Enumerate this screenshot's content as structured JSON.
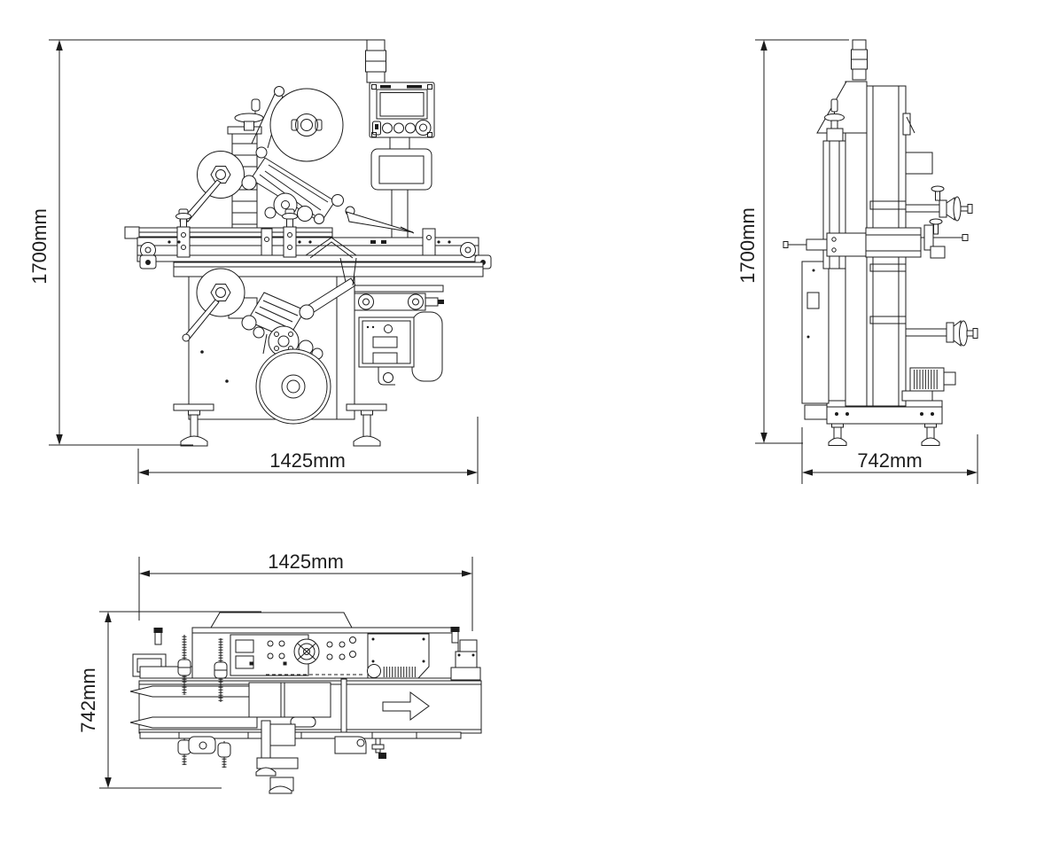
{
  "document": {
    "type": "technical-dimension-drawing",
    "colors": {
      "background": "#ffffff",
      "line": "#1c1c1c"
    }
  },
  "views": {
    "front": {
      "height_dimension": "1700mm",
      "width_dimension": "1425mm"
    },
    "side": {
      "height_dimension": "1700mm",
      "depth_dimension": "742mm"
    },
    "top": {
      "width_dimension": "1425mm",
      "depth_dimension": "742mm"
    }
  }
}
